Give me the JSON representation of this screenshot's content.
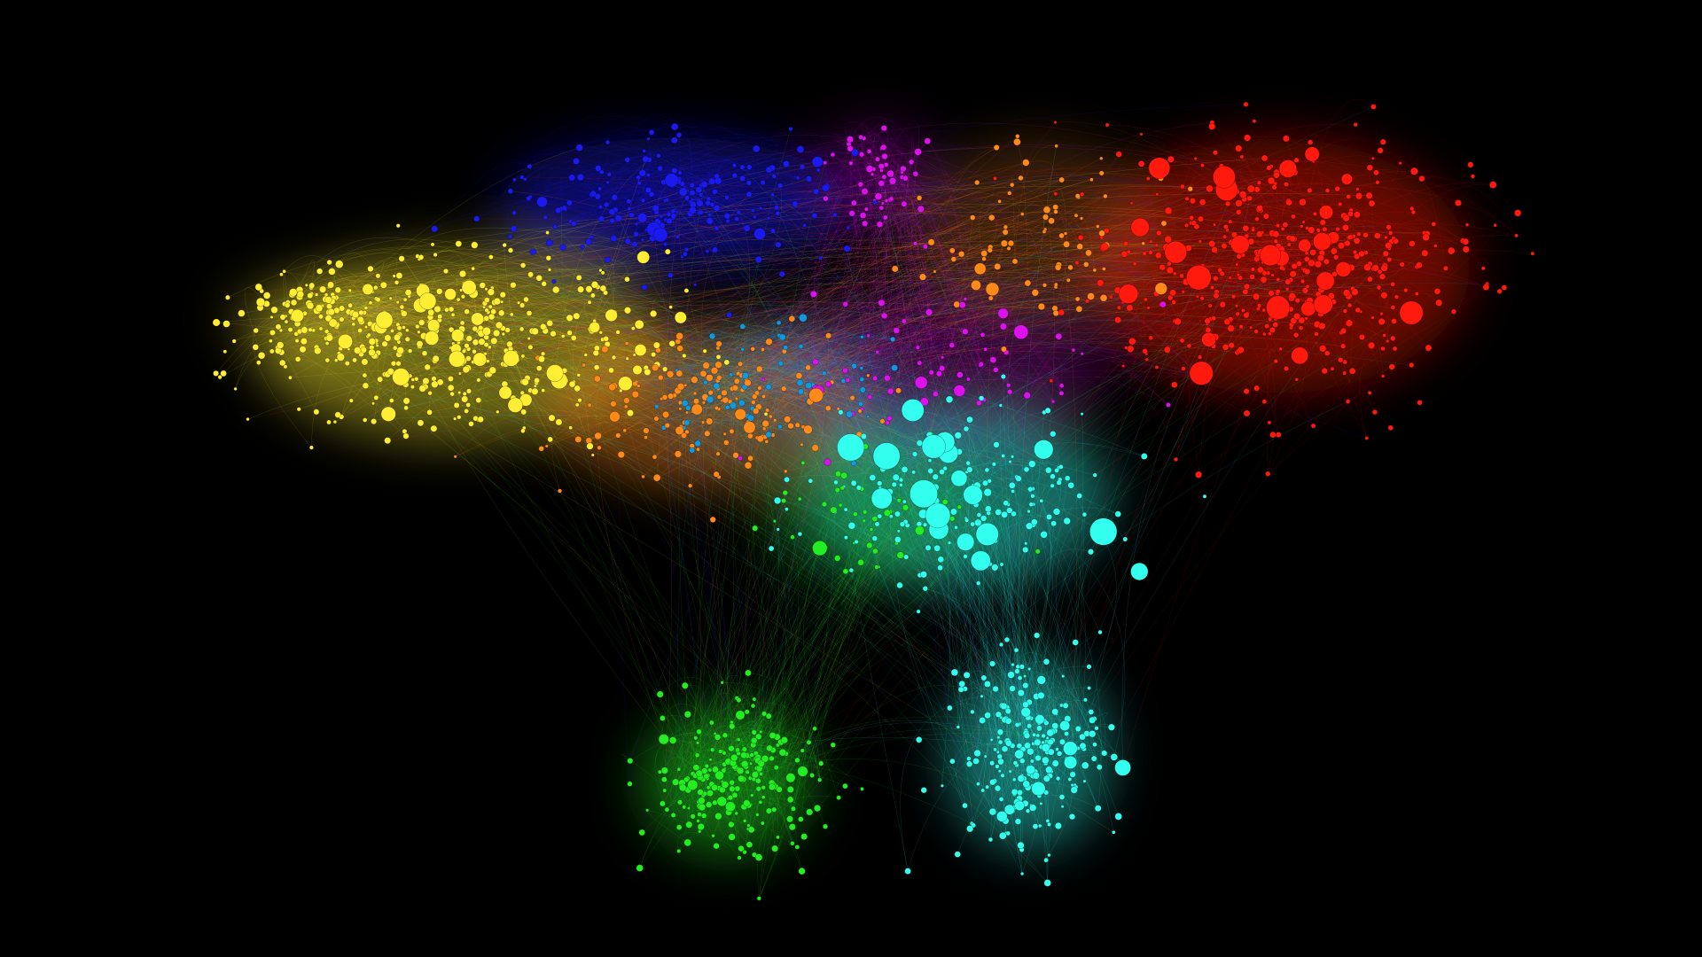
{
  "background": "#000000",
  "graph": {
    "type": "network",
    "communities": [
      {
        "name": "yellow",
        "color": "#ffee33"
      },
      {
        "name": "blue",
        "color": "#1a1aee"
      },
      {
        "name": "magenta",
        "color": "#dd11ee"
      },
      {
        "name": "red",
        "color": "#ff1a0d"
      },
      {
        "name": "orange",
        "color": "#ff8a1a"
      },
      {
        "name": "cyan",
        "color": "#33ffee"
      },
      {
        "name": "green",
        "color": "#22ee22"
      },
      {
        "name": "sky",
        "color": "#1199dd"
      }
    ]
  }
}
